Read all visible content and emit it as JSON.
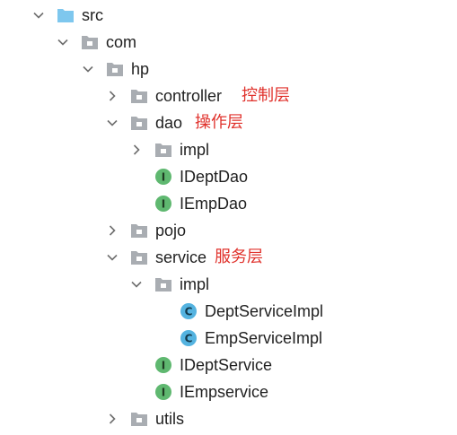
{
  "tree": {
    "src": {
      "label": "src",
      "icon": "folder-blue-icon",
      "expanded": true
    },
    "com": {
      "label": "com",
      "icon": "package-folder-icon",
      "expanded": true
    },
    "hp": {
      "label": "hp",
      "icon": "package-folder-icon",
      "expanded": true
    },
    "controller": {
      "label": "controller",
      "note": "控制层",
      "icon": "package-folder-icon",
      "expanded": false
    },
    "dao": {
      "label": "dao",
      "note": "操作层",
      "icon": "package-folder-icon",
      "expanded": true
    },
    "dao_impl": {
      "label": "impl",
      "icon": "package-folder-icon",
      "expanded": false
    },
    "IDeptDao": {
      "label": "IDeptDao",
      "icon": "interface-icon",
      "badge": "I"
    },
    "IEmpDao": {
      "label": "IEmpDao",
      "icon": "interface-icon",
      "badge": "I"
    },
    "pojo": {
      "label": "pojo",
      "icon": "package-folder-icon",
      "expanded": false
    },
    "service": {
      "label": "service",
      "note": "服务层",
      "icon": "package-folder-icon",
      "expanded": true
    },
    "service_impl": {
      "label": "impl",
      "icon": "package-folder-icon",
      "expanded": true
    },
    "DeptServiceImpl": {
      "label": "DeptServiceImpl",
      "icon": "class-icon",
      "badge": "C"
    },
    "EmpServiceImpl": {
      "label": "EmpServiceImpl",
      "icon": "class-icon",
      "badge": "C"
    },
    "IDeptService": {
      "label": "IDeptService",
      "icon": "interface-icon",
      "badge": "I"
    },
    "IEmpservice": {
      "label": "IEmpservice",
      "icon": "interface-icon",
      "badge": "I"
    },
    "utils": {
      "label": "utils",
      "icon": "package-folder-icon",
      "expanded": false
    }
  },
  "colors": {
    "text": "#1f1f1f",
    "annotation": "#e0322c",
    "arrow": "#6e6e6e",
    "folder_blue": "#7ec7ee",
    "package_folder": "#a9adb2",
    "interface_badge": "#5fb870",
    "class_badge": "#54b3e0"
  }
}
